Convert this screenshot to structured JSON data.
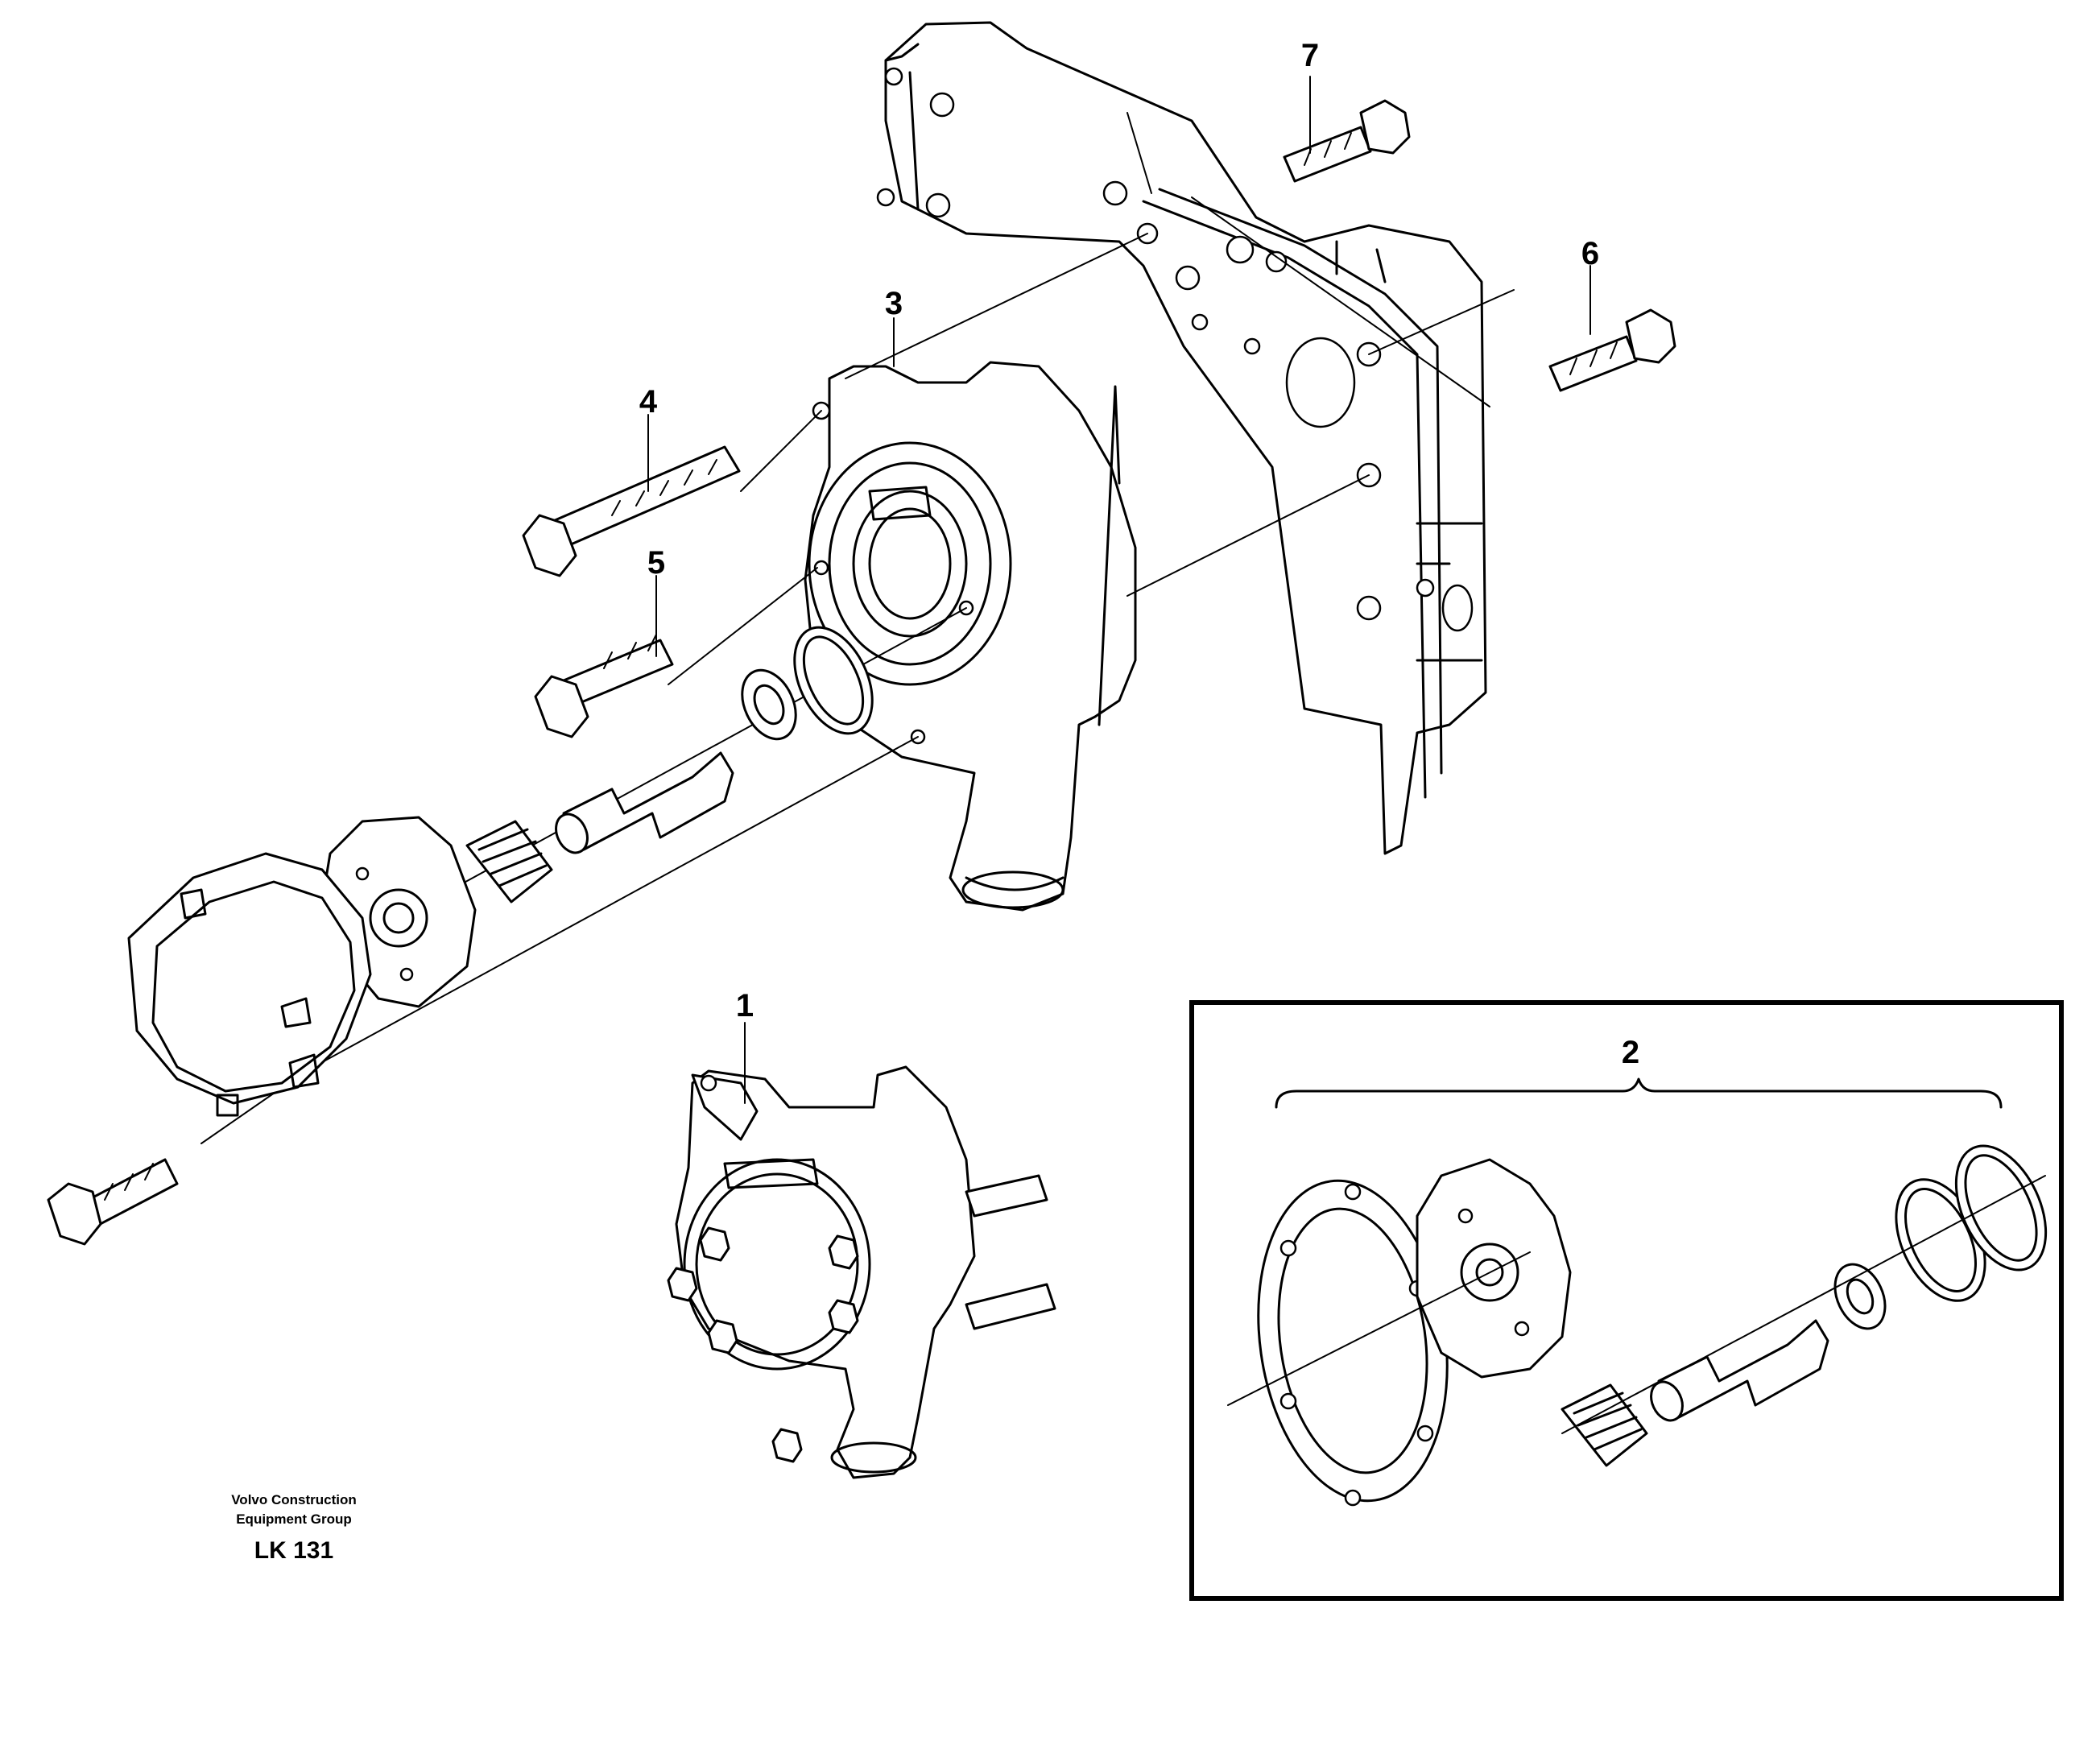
{
  "callouts": [
    "1",
    "2",
    "3",
    "4",
    "5",
    "6",
    "7"
  ],
  "credit": {
    "line1": "Volvo Construction",
    "line2": "Equipment Group",
    "ref": "LK 131"
  }
}
